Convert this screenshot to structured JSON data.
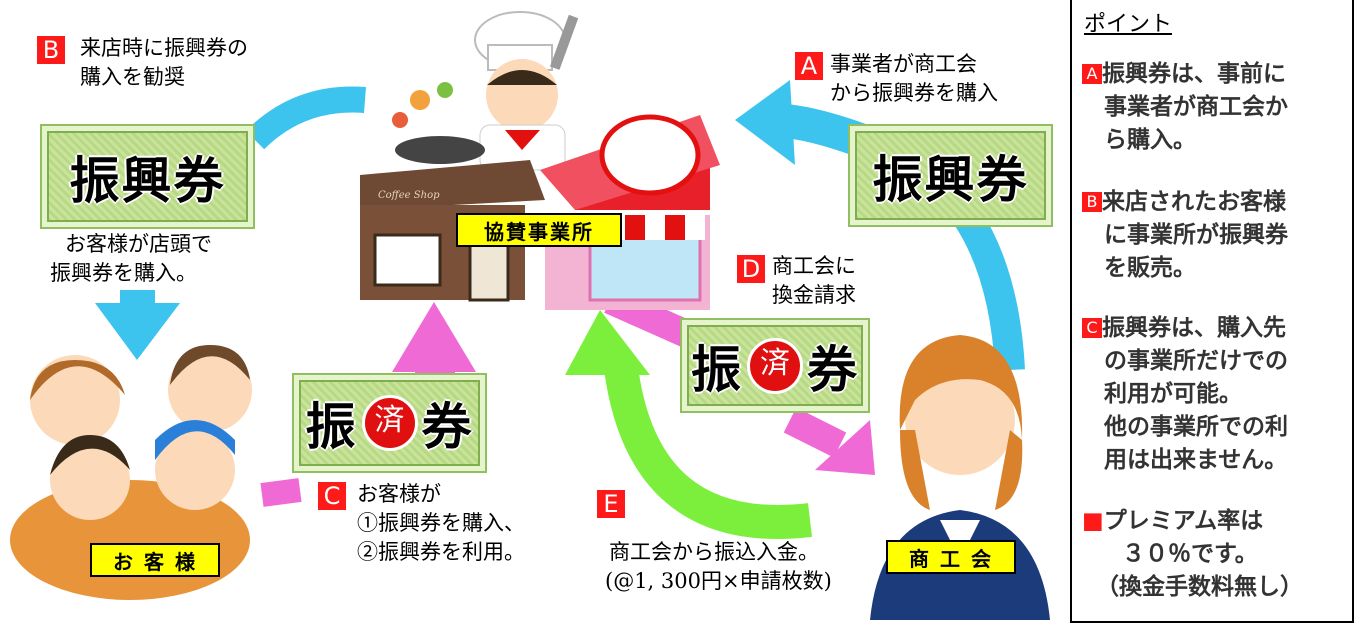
{
  "steps": {
    "a": {
      "letter": "A",
      "lines": [
        "事業者が商工会",
        "から振興券を購入"
      ]
    },
    "b": {
      "letter": "B",
      "lines": [
        "来店時に振興券の",
        "購入を勧奨"
      ]
    },
    "b2": {
      "lines": [
        "お客様が店頭で",
        "振興券を購入。"
      ]
    },
    "c": {
      "letter": "C",
      "lines": [
        "お客様が",
        "①振興券を購入、",
        "②振興券を利用。"
      ]
    },
    "d": {
      "letter": "D",
      "lines": [
        "商工会に",
        "換金請求"
      ]
    },
    "e": {
      "letter": "E",
      "lines": [
        "商工会から振込入金。",
        "(@1, 300円×申請枚数)"
      ]
    }
  },
  "vouchers": {
    "plain": "振興券",
    "used_left": "振",
    "used_mark": "済",
    "used_right": "券"
  },
  "shop": {
    "sign": "Coffee Shop"
  },
  "labels": {
    "business": "協賛事業所",
    "customer": "お 客 様",
    "chamber": "商 工 会"
  },
  "points": {
    "title": "ポイント",
    "items": [
      {
        "letter": "A",
        "lines": [
          "振興券は、事前に",
          "事業者が商工会か",
          "ら購入。"
        ]
      },
      {
        "letter": "B",
        "lines": [
          "来店されたお客様",
          "に事業所が振興券",
          "を販売。"
        ]
      },
      {
        "letter": "C",
        "lines": [
          "振興券は、購入先",
          "の事業所だけでの",
          "利用が可能。",
          "他の事業所での利",
          "用は出来ません。"
        ]
      },
      {
        "letter": "■",
        "lines": [
          "プレミアム率は",
          "３０％です。",
          "（換金手数料無し）"
        ]
      }
    ]
  },
  "colors": {
    "arrow_blue": "#3cc4ef",
    "arrow_pink": "#f06ad6",
    "arrow_green": "#7cef3c",
    "accent_red": "#ff1a1a",
    "label_yellow": "#ffff00"
  }
}
